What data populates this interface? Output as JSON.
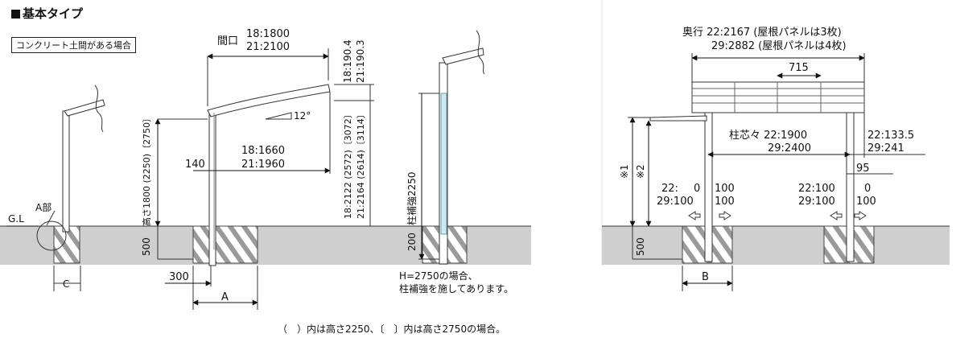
{
  "header": {
    "title": "基本タイプ",
    "condition": "コンクリート土間がある場合"
  },
  "footer_note": "（　）内は高さ2250、〔　〕内は高さ2750の場合。",
  "labels": {
    "gl": "G.L",
    "a_part": "A部",
    "c": "C",
    "a": "A",
    "b": "B",
    "maguchi": "間口",
    "maguchi_18": "18:1800",
    "maguchi_21": "21:2100",
    "slope_18": "18:190.4",
    "slope_21": "21:190.3",
    "angle": "12°",
    "height": "高さ1800 (2250)〔2750〕",
    "span_18": "18:1660",
    "span_21": "21:1960",
    "dim_140": "140",
    "dim_500": "500",
    "dim_300": "300",
    "total_18": "18:2122 (2572)〔3072〕",
    "total_21": "21:2164 (2614)〔3114〕",
    "reinforce": "柱補強2250",
    "dim_200": "200",
    "h_note_1": "H=2750の場合、",
    "h_note_2": "柱補強を施してあります。",
    "depth_1": "奥行 22:2167 (屋根パネルは3枚)",
    "depth_2": "29:2882 (屋根パネルは4枚)",
    "dim_715": "715",
    "pitch_label": "柱芯々 22:1900",
    "pitch_29": "29:2400",
    "over_22": "22:133.5",
    "over_29": "29:241",
    "dim_95": "95",
    "mark1": "※1",
    "mark2": "※2",
    "l_22": "22:",
    "l_22_0": "0",
    "l_22_100": "100",
    "l_29": "29:100",
    "l_29_100": "100",
    "r_22": "22:100",
    "r_22_0": "0",
    "r_29": "29:100",
    "r_29_100": "100"
  }
}
